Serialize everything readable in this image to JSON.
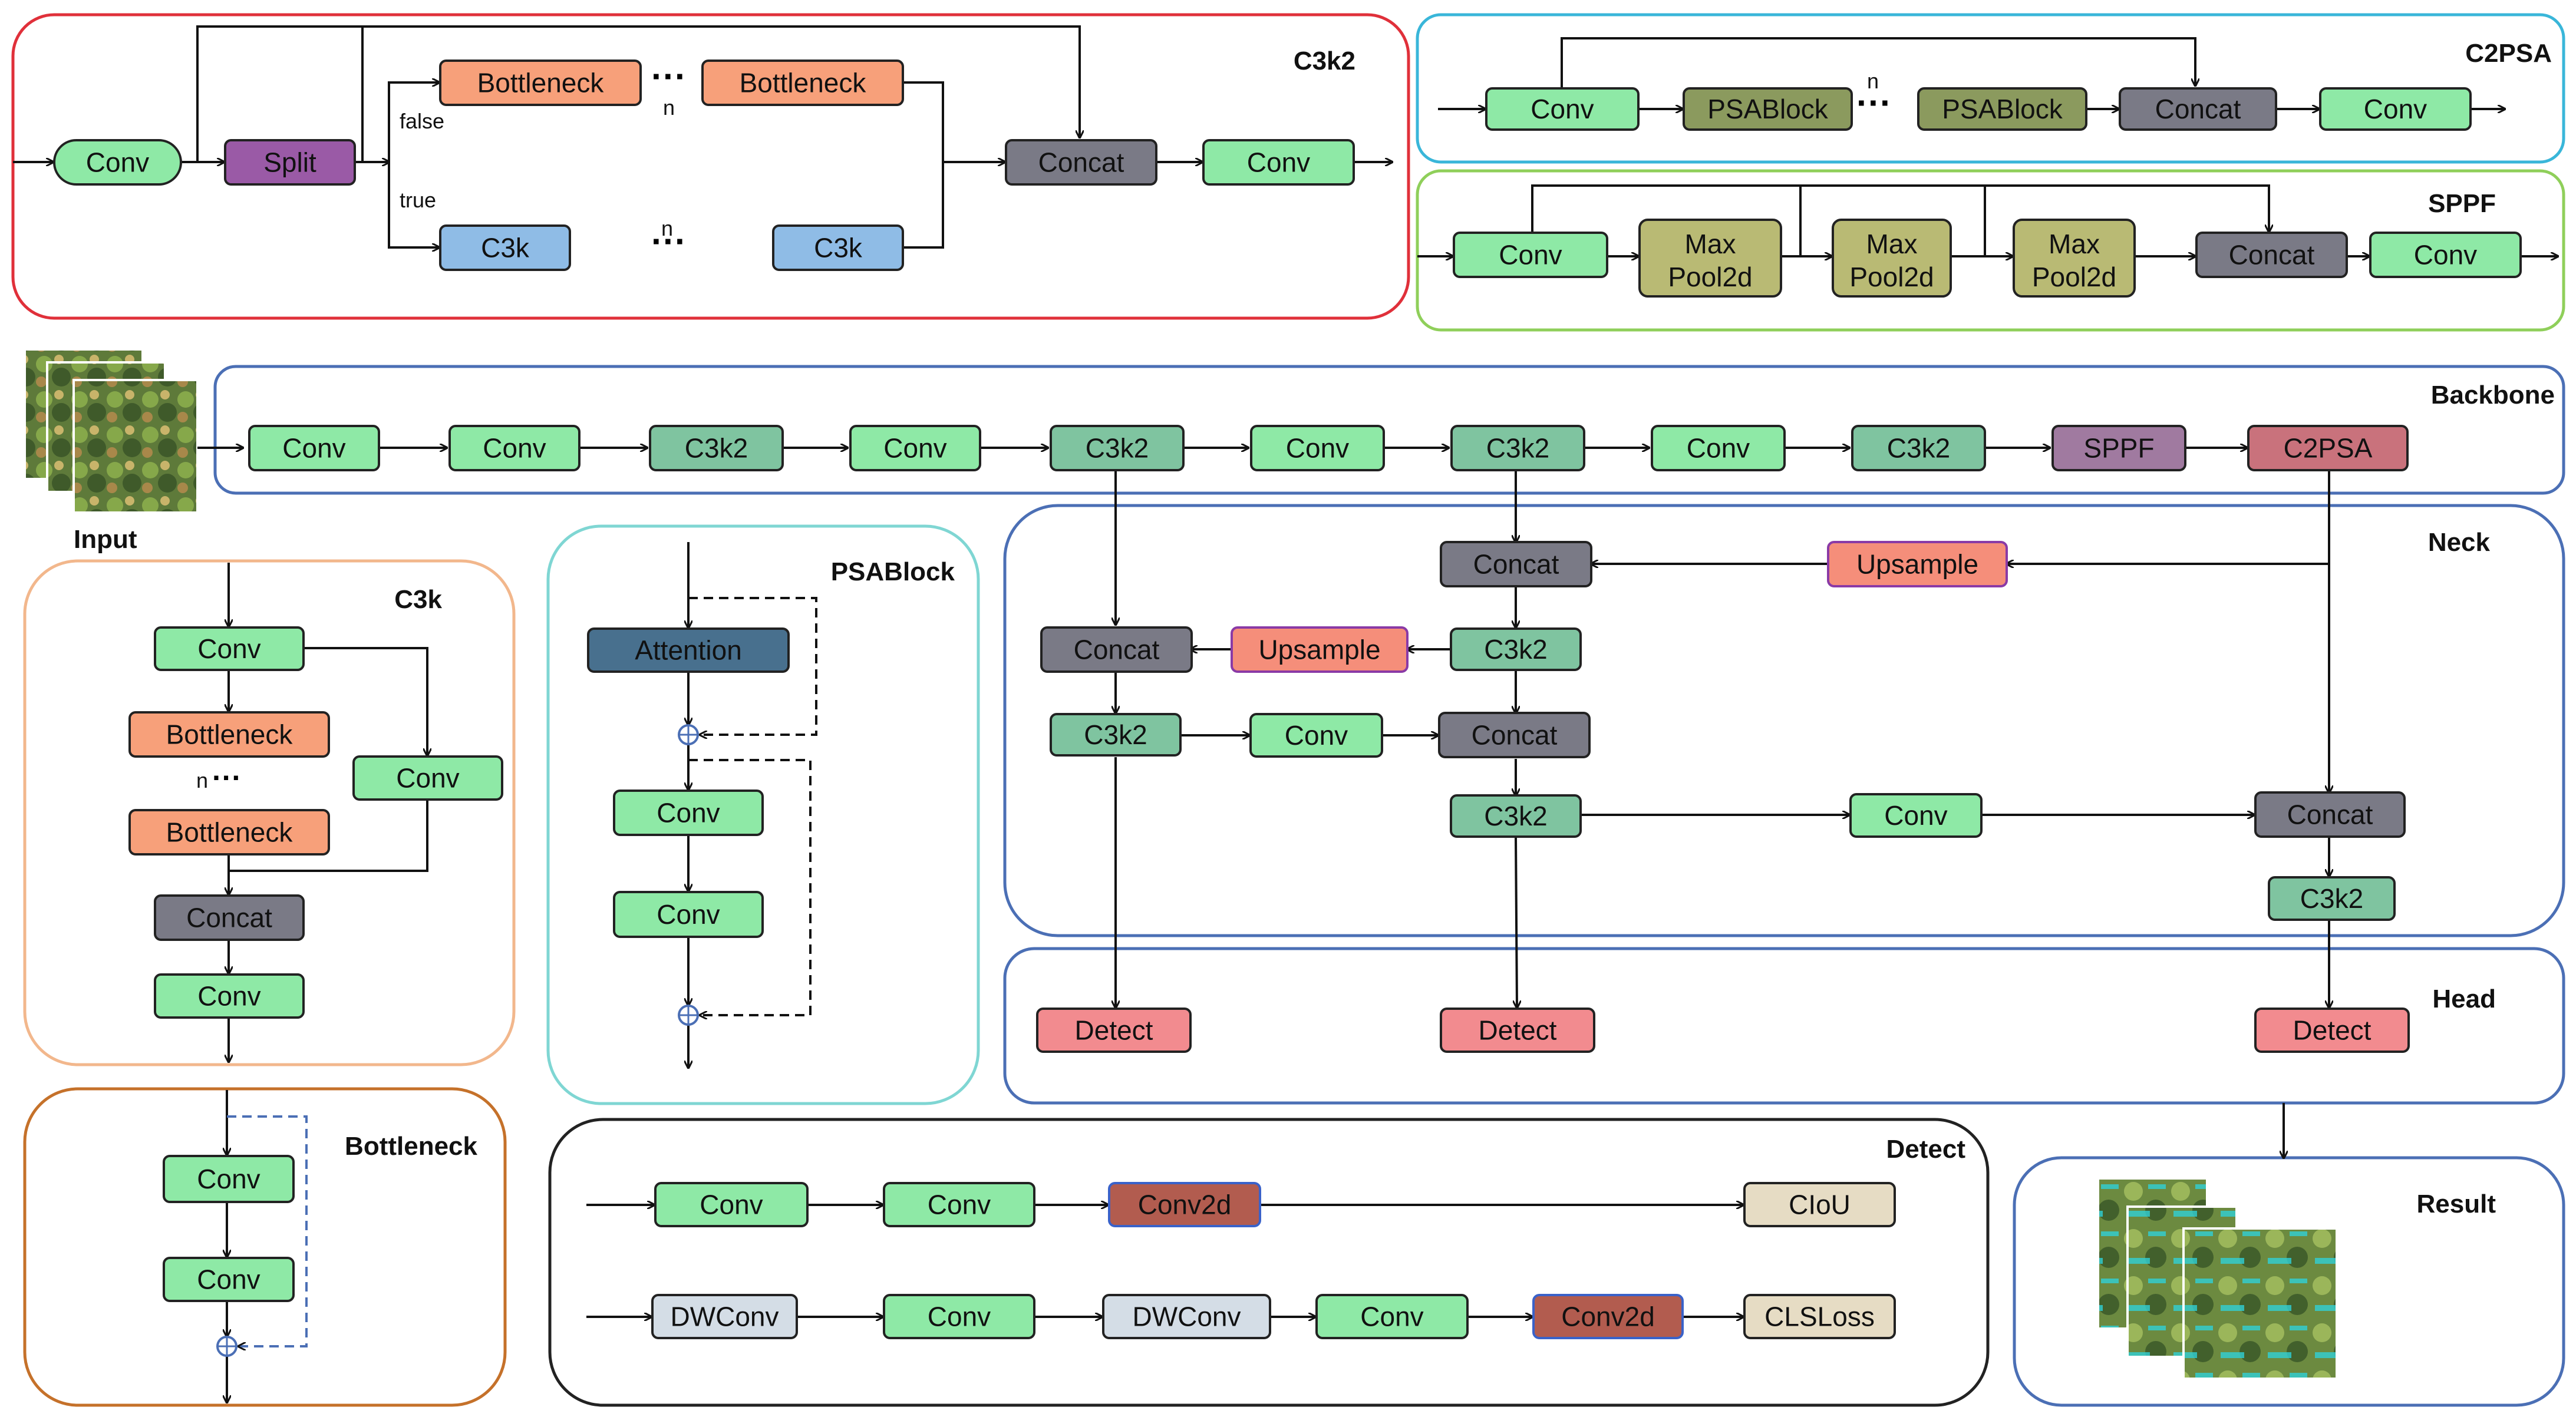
{
  "colors": {
    "conv": "#8ee9a6",
    "c3k2": "#7fc4a0",
    "split": "#9a5aa6",
    "bottleneck": "#f7a07a",
    "c3k": "#8fbce6",
    "concat": "#7a7a86",
    "psablock": "#8b9a5e",
    "maxpool": "#b9ba74",
    "sppf": "#a07aa0",
    "c2psa": "#c9727c",
    "upsample": "#f58e7a",
    "detect": "#f28b8f",
    "attention": "#48708e",
    "conv2d": "#b25c4f",
    "dwconv": "#d4dde6",
    "loss": "#e6dcc4",
    "panel_c3k2": "#e0303a",
    "panel_c2psa": "#39b6d9",
    "panel_sppf": "#8fcf5a",
    "panel_backbone": "#4b6fb5",
    "panel_c3k": "#f2b78c",
    "panel_psablock": "#7fd6d3",
    "panel_bottleneck": "#c5712a",
    "panel_detect": "#222222"
  },
  "panels": {
    "c3k2": "C3k2",
    "c2psa": "C2PSA",
    "sppf": "SPPF",
    "backbone": "Backbone",
    "neck": "Neck",
    "head": "Head",
    "c3k": "C3k",
    "psablock": "PSABlock",
    "bottleneck": "Bottleneck",
    "detect": "Detect",
    "result": "Result"
  },
  "input_label": "Input",
  "c3k2_block": {
    "conv_in": "Conv",
    "split": "Split",
    "bottleneck_a": "Bottleneck",
    "bottleneck_b": "Bottleneck",
    "dots": "···",
    "n": "n",
    "false": "false",
    "true": "true",
    "c3k_a": "C3k",
    "c3k_b": "C3k",
    "concat": "Concat",
    "conv_out": "Conv"
  },
  "c2psa_block": {
    "conv_in": "Conv",
    "psa_a": "PSABlock",
    "psa_b": "PSABlock",
    "n": "n",
    "dots": "···",
    "concat": "Concat",
    "conv_out": "Conv"
  },
  "sppf_block": {
    "conv_in": "Conv",
    "max_top": "Max",
    "max_bottom": "Pool2d",
    "concat": "Concat",
    "conv_out": "Conv"
  },
  "backbone": [
    "Conv",
    "Conv",
    "C3k2",
    "Conv",
    "C3k2",
    "Conv",
    "C3k2",
    "Conv",
    "C3k2",
    "SPPF",
    "C2PSA"
  ],
  "neck": {
    "concat_1": "Concat",
    "upsample_1": "Upsample",
    "c3k2_1": "C3k2",
    "concat_2": "Concat",
    "upsample_2": "Upsample",
    "c3k2_2": "C3k2",
    "conv_1": "Conv",
    "concat_3": "Concat",
    "c3k2_3": "C3k2",
    "conv_2": "Conv",
    "concat_4": "Concat",
    "c3k2_4": "C3k2"
  },
  "head": [
    "Detect",
    "Detect",
    "Detect"
  ],
  "c3k_block": {
    "conv_in": "Conv",
    "bottleneck_a": "Bottleneck",
    "n": "n",
    "dots": "···",
    "bottleneck_b": "Bottleneck",
    "conv_side": "Conv",
    "concat": "Concat",
    "conv_out": "Conv"
  },
  "psablock_block": {
    "attention": "Attention",
    "conv_a": "Conv",
    "conv_b": "Conv"
  },
  "bottleneck_block": {
    "conv_a": "Conv",
    "conv_b": "Conv"
  },
  "detect_block": {
    "row1": [
      "Conv",
      "Conv",
      "Conv2d",
      "CIoU"
    ],
    "row2": [
      "DWConv",
      "Conv",
      "DWConv",
      "Conv",
      "Conv2d",
      "CLSLoss"
    ]
  }
}
